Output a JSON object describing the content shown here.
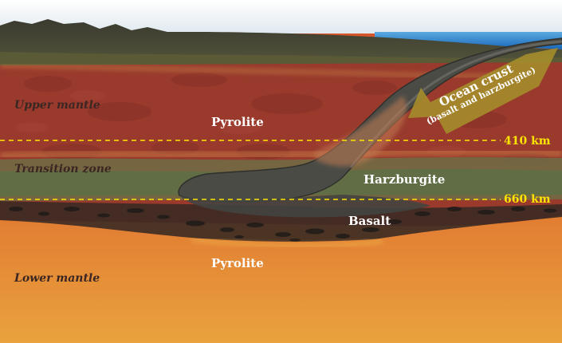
{
  "labels": {
    "upper_mantle": "Upper mantle",
    "transition_zone": "Transition zone",
    "lower_mantle": "Lower mantle",
    "pyrolite_upper": "Pyrolite",
    "pyrolite_lower": "Pyrolite",
    "harzburgite": "Harzburgite",
    "basalt": "Basalt",
    "depth_410": "410 km",
    "depth_660": "660 km",
    "ocean_crust": "Ocean crust",
    "ocean_crust_sub": "(basalt and harzburgite)"
  },
  "colors": {
    "sky": "#eef3f6",
    "ocean": "#1f78c8",
    "land": "#45442f",
    "upper_mantle": "#9a3a2c",
    "transition_zone": "#5f6e45",
    "lower_mantle_top": "#d95a2a",
    "lower_mantle_bottom": "#e89c3c",
    "slab": "#4b4a46",
    "depth_line": "#ffe400",
    "arrow": "#a58d2b"
  }
}
